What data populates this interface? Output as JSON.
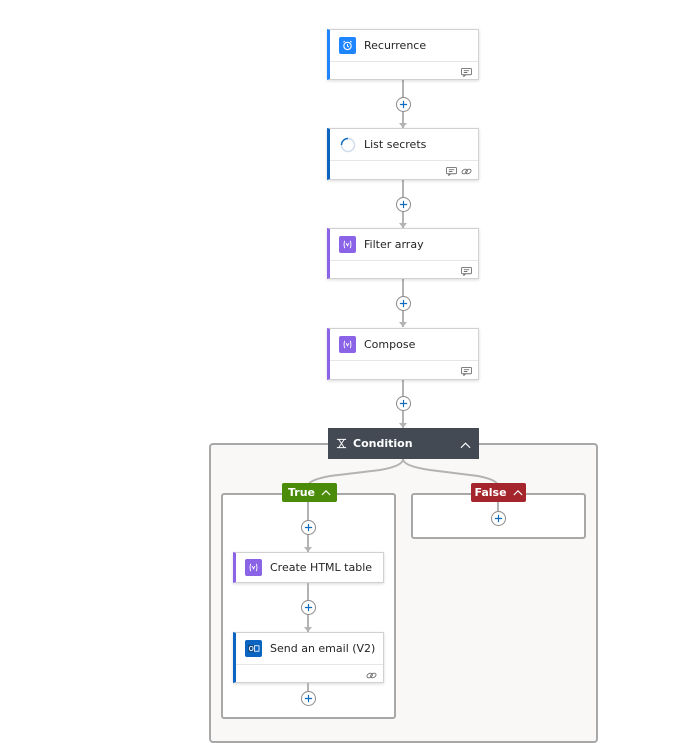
{
  "actions": {
    "recurrence": {
      "title": "Recurrence",
      "accent": "#1f85ff",
      "icon": "alarm-clock-icon"
    },
    "list_secrets": {
      "title": "List secrets",
      "accent": "#0a64c0",
      "icon": "loading-spinner-icon"
    },
    "filter_array": {
      "title": "Filter array",
      "accent": "#8a63e6",
      "icon": "variable-icon"
    },
    "compose": {
      "title": "Compose",
      "accent": "#8a63e6",
      "icon": "variable-icon"
    }
  },
  "condition": {
    "title": "Condition",
    "color": "#434a54",
    "icon": "condition-icon",
    "true_branch": {
      "label": "True",
      "color": "#4a8b0a",
      "actions": {
        "create_html_table": {
          "title": "Create HTML table",
          "accent": "#8a63e6",
          "icon": "variable-icon"
        },
        "send_email": {
          "title": "Send an email (V2)",
          "accent": "#0a64c0",
          "icon": "outlook-icon"
        }
      }
    },
    "false_branch": {
      "label": "False",
      "color": "#a4262c"
    }
  }
}
